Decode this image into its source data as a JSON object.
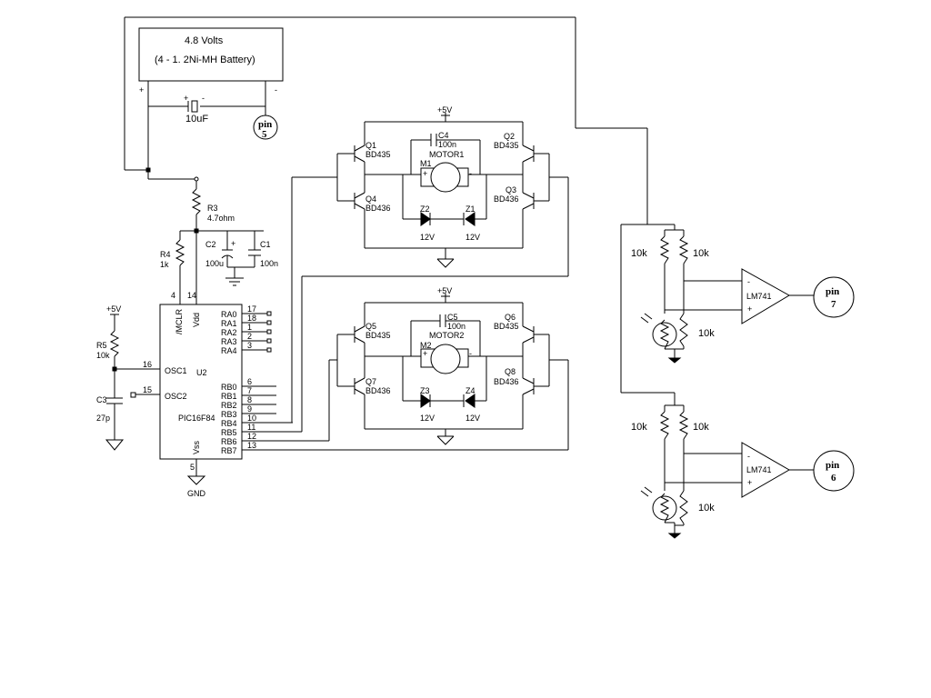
{
  "battery": {
    "title": "4.8 Volts",
    "subtitle": "(4 - 1. 2Ni-MH Battery)",
    "plus": "+",
    "minus": "-"
  },
  "cap_10uf": {
    "label": "10uF",
    "plus": "+",
    "minus": "-"
  },
  "pin5": {
    "line1": "pin",
    "line2": "5"
  },
  "r3": {
    "name": "R3",
    "value": "4.7ohm"
  },
  "r4": {
    "name": "R4",
    "value": "1k"
  },
  "c2": {
    "name": "C2",
    "value": "100u",
    "plus": "+"
  },
  "c1": {
    "name": "C1",
    "value": "100n"
  },
  "r5": {
    "name": "R5",
    "value": "10k",
    "supply": "+5V"
  },
  "c3": {
    "name": "C3",
    "value": "27p"
  },
  "gnd_label": "GND",
  "mcu": {
    "part": "PIC16F84",
    "ref": "U2",
    "mclr": "/MCLR",
    "vdd": "Vdd",
    "vss": "Vss",
    "osc1": "OSC1",
    "osc2": "OSC2",
    "pin_4": "4",
    "pin_14": "14",
    "pin_16": "16",
    "pin_15": "15",
    "pin_5": "5",
    "ra_labels": [
      "RA0",
      "RA1",
      "RA2",
      "RA3",
      "RA4"
    ],
    "ra_pins": [
      "17",
      "18",
      "1",
      "2",
      "3"
    ],
    "rb_labels": [
      "RB0",
      "RB1",
      "RB2",
      "RB3",
      "RB4",
      "RB5",
      "RB6",
      "RB7"
    ],
    "rb_pins": [
      "6",
      "7",
      "8",
      "9",
      "10",
      "11",
      "12",
      "13"
    ]
  },
  "bridge1": {
    "supply": "+5V",
    "q_tl": {
      "name": "Q1",
      "part": "BD435"
    },
    "q_tr": {
      "name": "Q2",
      "part": "BD435"
    },
    "q_bl": {
      "name": "Q4",
      "part": "BD436"
    },
    "q_br": {
      "name": "Q3",
      "part": "BD436"
    },
    "cap": {
      "name": "C4",
      "value": "100n"
    },
    "motor": {
      "name": "MOTOR1",
      "ref": "M1",
      "plus": "+",
      "minus": "-"
    },
    "zl": {
      "name": "Z2",
      "value": "12V"
    },
    "zr": {
      "name": "Z1",
      "value": "12V"
    }
  },
  "bridge2": {
    "supply": "+5V",
    "q_tl": {
      "name": "Q5",
      "part": "BD435"
    },
    "q_tr": {
      "name": "Q6",
      "part": "BD435"
    },
    "q_bl": {
      "name": "Q7",
      "part": "BD436"
    },
    "q_br": {
      "name": "Q8",
      "part": "BD436"
    },
    "cap": {
      "name": "C5",
      "value": "100n"
    },
    "motor": {
      "name": "MOTOR2",
      "ref": "M2",
      "plus": "+",
      "minus": "-"
    },
    "zl": {
      "name": "Z3",
      "value": "12V"
    },
    "zr": {
      "name": "Z4",
      "value": "12V"
    }
  },
  "sensor1": {
    "r_left": "10k",
    "r_right": "10k",
    "ldr": "10k",
    "opamp": "LM741",
    "minus": "-",
    "plus": "+",
    "pin_line1": "pin",
    "pin_line2": "7"
  },
  "sensor2": {
    "r_left": "10k",
    "r_right": "10k",
    "ldr": "10k",
    "opamp": "LM741",
    "minus": "-",
    "plus": "+",
    "pin_line1": "pin",
    "pin_line2": "6"
  }
}
